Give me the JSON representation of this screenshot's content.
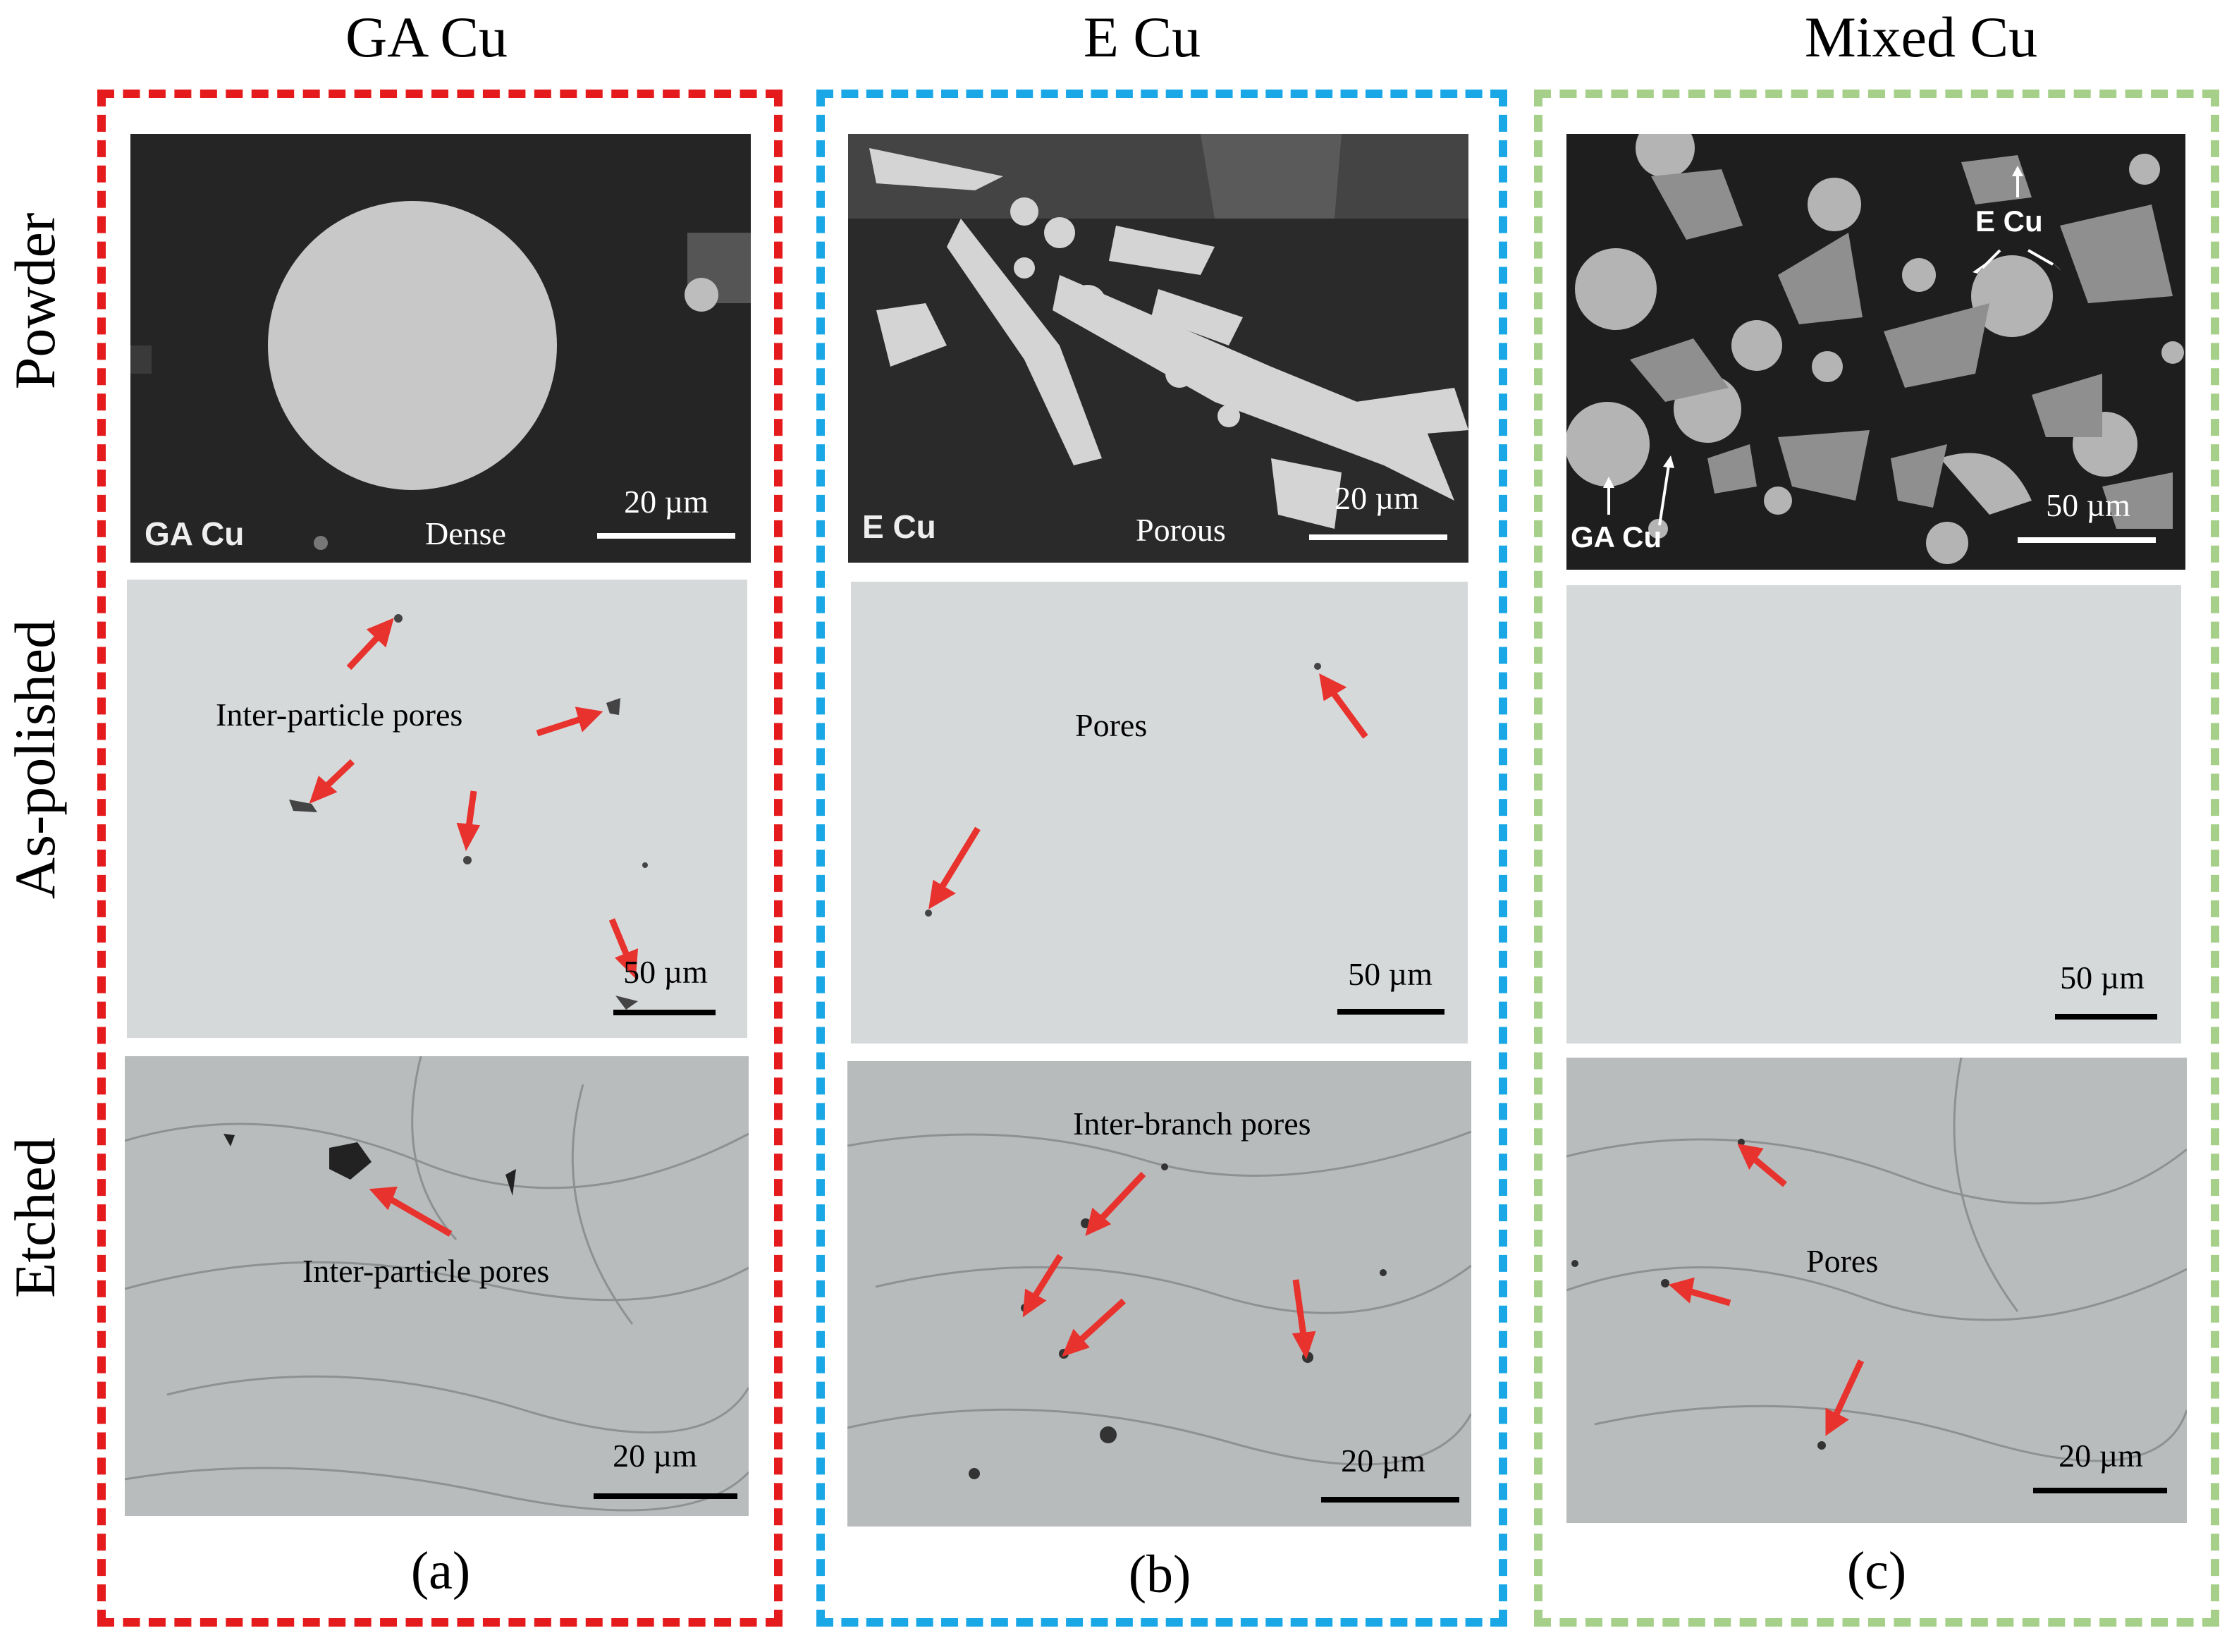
{
  "columns": [
    {
      "title": "GA Cu",
      "label": "(a)",
      "frame_color": "#e41a1c"
    },
    {
      "title": "E Cu",
      "label": "(b)",
      "frame_color": "#1aa7e6"
    },
    {
      "title": "Mixed Cu",
      "label": "(c)",
      "frame_color": "#a6cf8a"
    }
  ],
  "rows": [
    "Powder",
    "As-polished",
    "Etched"
  ],
  "panels": {
    "ga_powder": {
      "tag": "GA Cu",
      "note": "Dense",
      "scale": "20 µm"
    },
    "e_powder": {
      "tag": "E Cu",
      "note": "Porous",
      "scale": "20 µm"
    },
    "mixed_powder": {
      "tag_e": "E Cu",
      "tag_ga": "GA Cu",
      "scale": "50 µm"
    },
    "ga_polished": {
      "note": "Inter-particle pores",
      "scale": "50 µm"
    },
    "e_polished": {
      "note": "Pores",
      "scale": "50 µm"
    },
    "mixed_polished": {
      "scale": "50 µm"
    },
    "ga_etched": {
      "note": "Inter-particle pores",
      "scale": "20 µm"
    },
    "e_etched": {
      "note": "Inter-branch pores",
      "scale": "20 µm"
    },
    "mixed_etched": {
      "note": "Pores",
      "scale": "20 µm"
    }
  },
  "colors": {
    "arrow": "#e8322d",
    "sem_dark": "#252525",
    "polished": "#d6d9da",
    "etched": "#b9bcbd"
  }
}
